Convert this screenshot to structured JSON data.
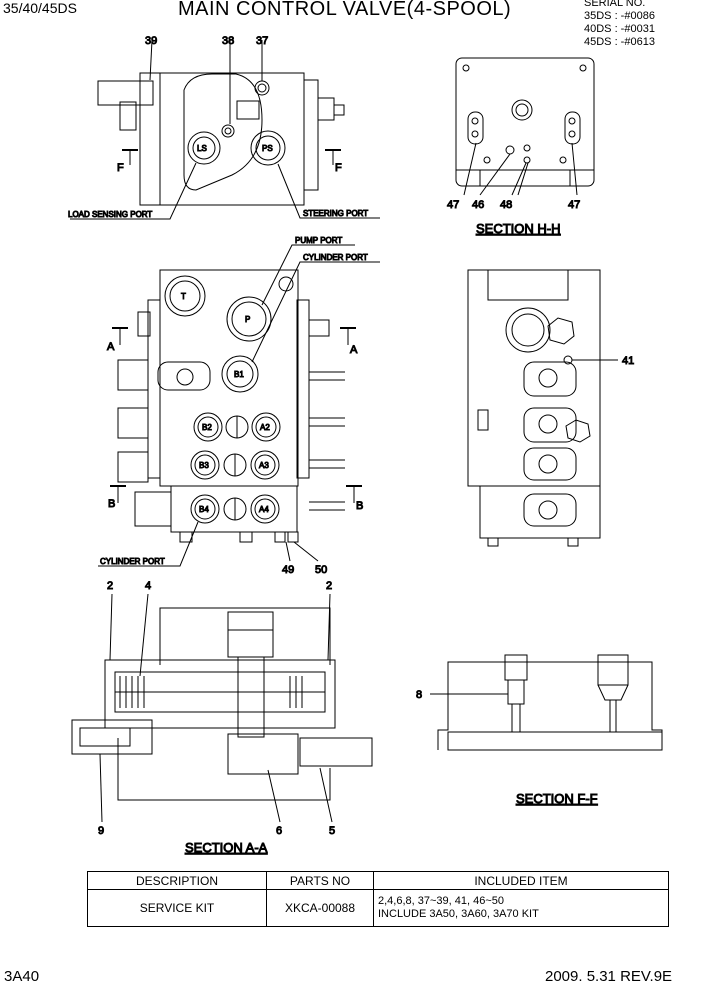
{
  "header": {
    "model": "35/40/45DS",
    "title": "MAIN CONTROL VALVE(4-SPOOL)",
    "serial_label": "SERIAL NO.",
    "serials": [
      "35DS : -#0086",
      "40DS : -#0031",
      "45DS : -#0613"
    ]
  },
  "top_view": {
    "callouts": [
      "39",
      "38",
      "37"
    ],
    "port_ls": "LS",
    "port_ps": "PS",
    "section_mark": "F",
    "load_sensing_port": "LOAD SENSING PORT",
    "steering_port": "STEERING PORT"
  },
  "section_hh": {
    "title": "SECTION H-H",
    "callouts": [
      "47",
      "46",
      "48",
      "47"
    ]
  },
  "front_view": {
    "pump_port": "PUMP PORT",
    "cylinder_port_top": "CYLINDER PORT",
    "cylinder_port_bottom": "CYLINDER PORT",
    "ports": [
      "T",
      "P",
      "B1",
      "B2",
      "A2",
      "B3",
      "A3",
      "B4",
      "A4"
    ],
    "section_a": "A",
    "section_b": "B",
    "callouts_bottom": [
      "49",
      "50"
    ]
  },
  "side_view": {
    "callout": "41"
  },
  "section_aa": {
    "title": "SECTION A-A",
    "callouts_top": [
      "2",
      "4",
      "2"
    ],
    "callouts_bottom": [
      "9",
      "6",
      "5"
    ]
  },
  "section_ff": {
    "title": "SECTION F-F",
    "callout": "8"
  },
  "kit_table": {
    "headers": [
      "DESCRIPTION",
      "PARTS NO",
      "INCLUDED ITEM"
    ],
    "row": {
      "description": "SERVICE KIT",
      "parts_no": "XKCA-00088",
      "items_line1": "2,4,6,8, 37~39, 41, 46~50",
      "items_line2": "INCLUDE 3A50, 3A60, 3A70 KIT"
    }
  },
  "footer": {
    "page": "3A40",
    "revision": "2009. 5.31  REV.9E"
  }
}
